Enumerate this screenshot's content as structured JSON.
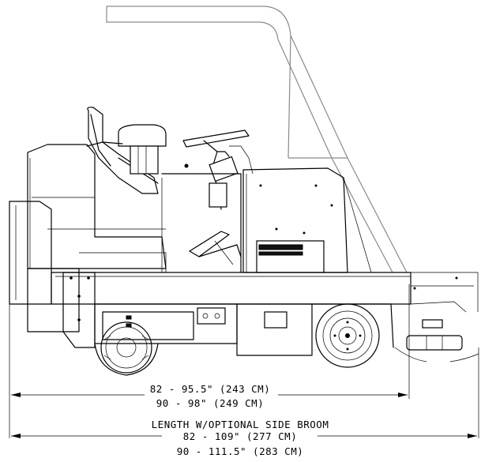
{
  "dimensions": {
    "overall_length": {
      "line1": "82 - 95.5\" (243 CM)",
      "line2": "90 - 98\" (249 CM)"
    },
    "side_broom_length": {
      "caption": "LENGTH W/OPTIONAL SIDE BROOM",
      "line1": "82 - 109\" (277 CM)",
      "line2": "90 - 111.5\" (283 CM)"
    }
  }
}
